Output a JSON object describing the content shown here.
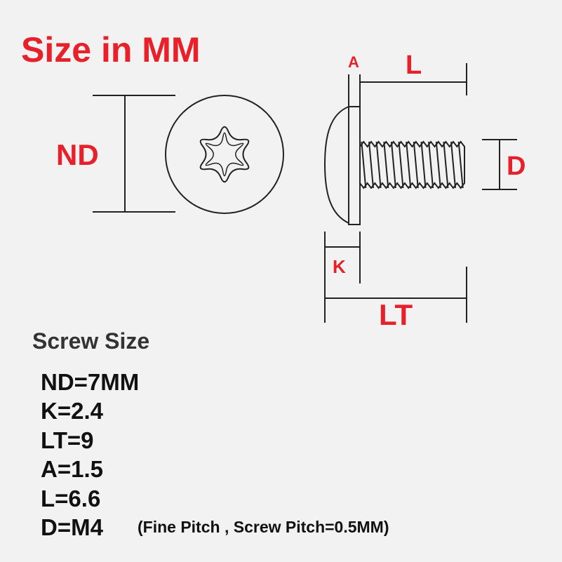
{
  "title": "Size in MM",
  "labels": {
    "nd": "ND",
    "a": "A",
    "l": "L",
    "d": "D",
    "k": "K",
    "lt": "LT"
  },
  "section_title": "Screw Size",
  "specs": [
    "ND=7MM",
    "K=2.4",
    "LT=9",
    "A=1.5",
    "L=6.6",
    "D=M4"
  ],
  "pitch_note": "(Fine Pitch , Screw Pitch=0.5MM)",
  "colors": {
    "accent": "#e8202a",
    "line": "#222222",
    "background": "#f2f2f2"
  },
  "icons": {
    "head_view": "torx-six-lobe-head-icon",
    "side_view": "button-head-screw-side-icon"
  }
}
